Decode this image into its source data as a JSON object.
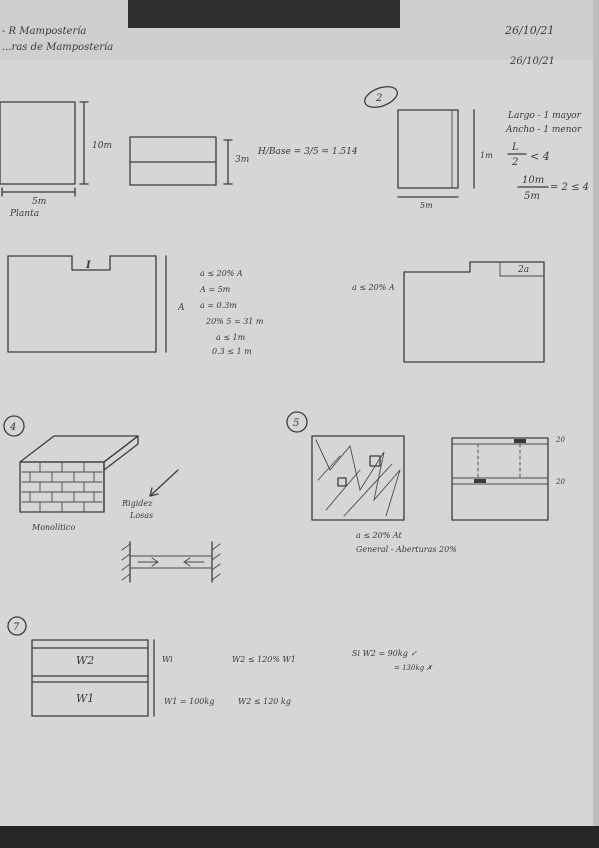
{
  "header": {
    "title_line1": "- R Mampostería",
    "title_line2": "...ras de Mampostería",
    "date1": "26/10/21",
    "date2": "26/10/21"
  },
  "section1": {
    "label_10m": "10m",
    "label_5m": "5m",
    "label_planta": "Planta",
    "label_3m": "3m",
    "ratio_text": "H/Base = 3/5 = 1.514"
  },
  "section2": {
    "number": "2",
    "label_1m": "1m",
    "label_5m": "5m",
    "largo_text": "Largo - 1 mayor",
    "ancho_text": "Ancho - 1 menor",
    "frac_l": "L",
    "frac_2": "2",
    "le4": "< 4",
    "calc_top": "10m",
    "calc_bottom": "5m",
    "calc_result": "= 2 ≤ 4"
  },
  "section3": {
    "label_I": "I",
    "label_A": "A",
    "formula_lines": [
      "a ≤ 20% A",
      "A = 5m",
      "a = 0.3m",
      "20% 5 = 31 m",
      "a ≤ 1m",
      "0.3 ≤ 1 m"
    ],
    "right_formula": "a ≤ 20% A",
    "label_2a": "2a"
  },
  "section4": {
    "number": "4",
    "label_rigidez": "Rigidez",
    "label_losas": "Losas",
    "label_monolitico": "Monolítico"
  },
  "section5": {
    "number": "5",
    "formula": "a ≤ 20% At",
    "general_text": "General - Aberturas 20%",
    "tick1": "20",
    "tick2": "20"
  },
  "section6": {
    "number": "7",
    "label_w2": "W2",
    "label_w1": "W1",
    "label_wi": "Wi",
    "cond1": "W2 ≤ 120% W1",
    "cond2": "Si W2 = 90kg ✓",
    "cond3": "= 130kg ✗",
    "w1_val": "W1 = 100kg",
    "w2_val": "W2 ≤ 120 kg"
  }
}
